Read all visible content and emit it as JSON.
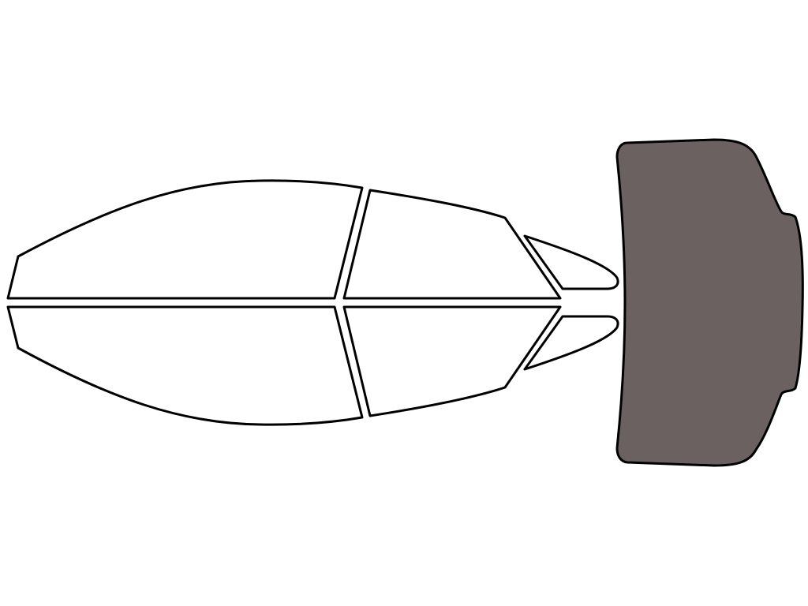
{
  "colors": {
    "outline": "#000000",
    "untinted_fill": "#ffffff",
    "tinted_fill": "#6b6161"
  },
  "windows": [
    {
      "id": "front-left-door-window",
      "tinted": false
    },
    {
      "id": "rear-left-door-window",
      "tinted": false
    },
    {
      "id": "rear-left-quarter-window",
      "tinted": false
    },
    {
      "id": "front-right-door-window",
      "tinted": false
    },
    {
      "id": "rear-right-door-window",
      "tinted": false
    },
    {
      "id": "rear-right-quarter-window",
      "tinted": false
    },
    {
      "id": "rear-windshield",
      "tinted": true
    }
  ]
}
